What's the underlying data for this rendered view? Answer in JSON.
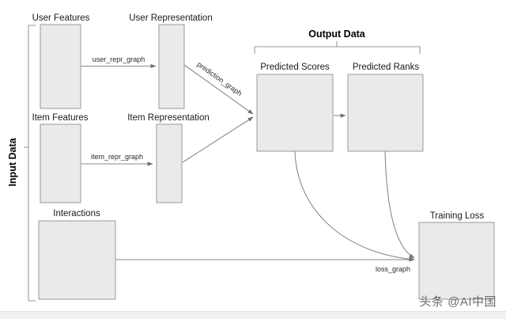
{
  "diagram": {
    "groups": [
      {
        "id": "input-data",
        "label": "Input Data",
        "orientation": "vertical"
      },
      {
        "id": "output-data",
        "label": "Output Data",
        "orientation": "horizontal"
      }
    ],
    "nodes": [
      {
        "id": "user-features",
        "label": "User Features"
      },
      {
        "id": "user-representation",
        "label": "User Representation"
      },
      {
        "id": "item-features",
        "label": "Item Features"
      },
      {
        "id": "item-representation",
        "label": "Item Representation"
      },
      {
        "id": "interactions",
        "label": "Interactions"
      },
      {
        "id": "predicted-scores",
        "label": "Predicted Scores"
      },
      {
        "id": "predicted-ranks",
        "label": "Predicted Ranks"
      },
      {
        "id": "training-loss",
        "label": "Training Loss"
      }
    ],
    "edges": [
      {
        "id": "user-repr-graph",
        "label": "user_repr_graph",
        "from": "user-features",
        "to": "user-representation"
      },
      {
        "id": "item-repr-graph",
        "label": "item_repr_graph",
        "from": "item-features",
        "to": "item-representation"
      },
      {
        "id": "prediction-graph",
        "label": "prediction_graph",
        "from": "user-representation",
        "to": "predicted-scores"
      },
      {
        "id": "prediction-graph-item",
        "label": "",
        "from": "item-representation",
        "to": "predicted-scores"
      },
      {
        "id": "scores-to-ranks",
        "label": "",
        "from": "predicted-scores",
        "to": "predicted-ranks"
      },
      {
        "id": "scores-to-loss",
        "label": "",
        "from": "predicted-scores",
        "to": "training-loss"
      },
      {
        "id": "ranks-to-loss",
        "label": "",
        "from": "predicted-ranks",
        "to": "training-loss"
      },
      {
        "id": "loss-graph",
        "label": "loss_graph",
        "from": "interactions",
        "to": "training-loss"
      }
    ],
    "colors": {
      "node_fill": "#eaeaea",
      "node_stroke": "#9a9a9a",
      "edge_stroke": "#8a8a8a",
      "text": "#1a1a1a",
      "background": "#ffffff"
    }
  },
  "watermark": {
    "text": "头条 @AI中国"
  }
}
